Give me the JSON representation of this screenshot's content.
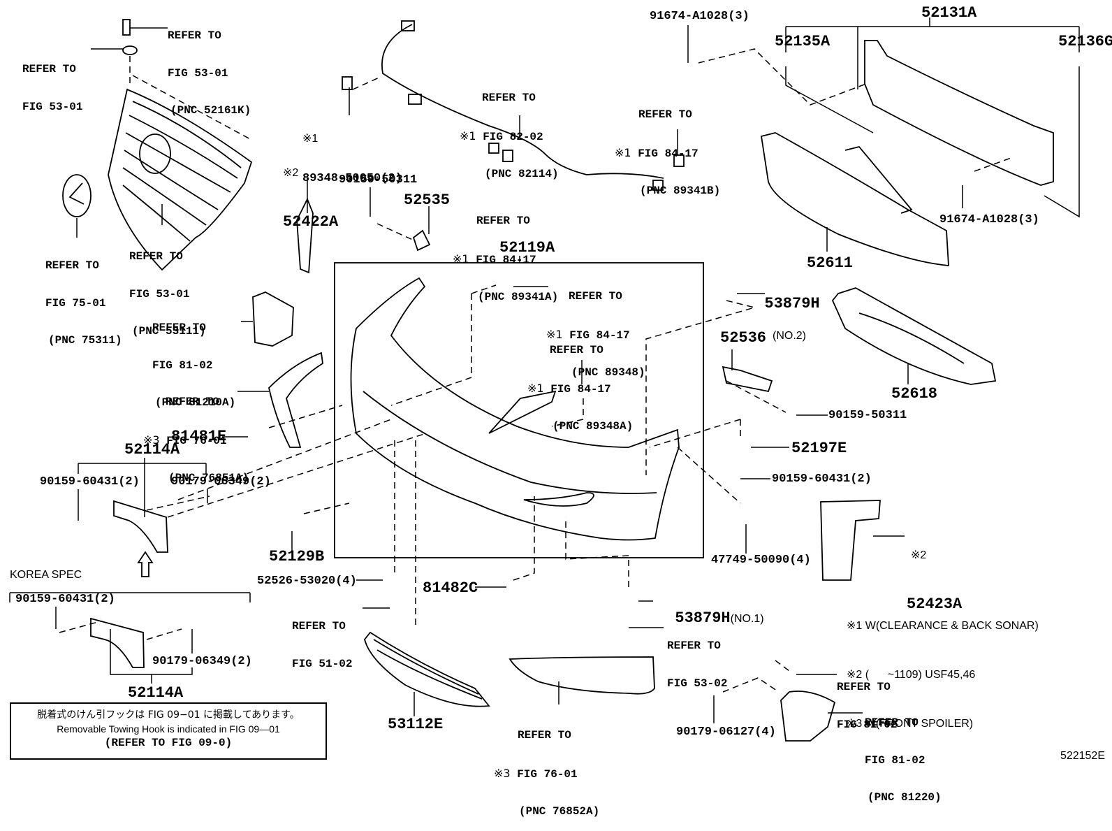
{
  "figure_id": "522152E",
  "callouts": {
    "clip_top": {
      "refer": "REFER TO",
      "fig": "FIG 53-01",
      "pnc": "(PNC 52161K)"
    },
    "retainer_top": {
      "refer": "REFER TO",
      "fig": "FIG 53-01"
    },
    "emblem": {
      "refer": "REFER TO",
      "fig": "FIG 75-01",
      "pnc": "(PNC 75311)"
    },
    "grille": {
      "refer": "REFER TO",
      "fig": "FIG 53-01",
      "pnc": "(PNC 53111)"
    },
    "harness": {
      "mark": "※1",
      "refer": "REFER TO",
      "fig": "FIG 82-02",
      "pnc": "(PNC 82114)"
    },
    "sensor_89341B": {
      "mark": "※1",
      "refer": "REFER TO",
      "fig": "FIG 84-17",
      "pnc": "(PNC 89341B)"
    },
    "sensor_89341A": {
      "mark": "※1",
      "refer": "REFER TO",
      "fig": "FIG 84-17",
      "pnc": "(PNC 89341A)"
    },
    "sensor_89348": {
      "mark": "※1",
      "refer": "REFER TO",
      "fig": "FIG 84-17",
      "pnc": "(PNC 89348)"
    },
    "sensor_89348A": {
      "mark": "※1",
      "refer": "REFER TO",
      "fig": "FIG 84-17",
      "pnc": "(PNC 89348A)"
    },
    "lamp_81210A": {
      "refer": "REFER TO",
      "fig": "FIG 81-02",
      "pnc": "(PNC 81210A)"
    },
    "spoiler_76851A": {
      "mark": "※3",
      "refer": "REFER TO",
      "fig": "FIG 76-01",
      "pnc": "(PNC 76851A)"
    },
    "spoiler_76852A": {
      "mark": "※3",
      "refer": "REFER TO",
      "fig": "FIG 76-01",
      "pnc": "(PNC 76852A)"
    },
    "screw_51_02": {
      "refer": "REFER TO",
      "fig": "FIG 51-02"
    },
    "screw_53_02": {
      "refer": "REFER TO",
      "fig": "FIG 53-02"
    },
    "foglamp_bolt": {
      "refer": "REFER TO",
      "fig": "FIG 81-02"
    },
    "foglamp": {
      "refer": "REFER TO",
      "fig": "FIG 81-02",
      "pnc": "(PNC 81220)"
    }
  },
  "parts": {
    "p89348": {
      "mark": "※1",
      "number": "89348-50050(2)"
    },
    "p52422A": {
      "mark": "※2",
      "number": "52422A"
    },
    "p90159_50311_a": "90159-50311",
    "p52535": "52535",
    "p91674_top": "91674-A1028(3)",
    "p52131A": "52131A",
    "p52135A": "52135A",
    "p52136G": "52136G",
    "p91674_bottom": "91674-A1028(3)",
    "p52611": "52611",
    "p52119A": "52119A",
    "p53879H_2": {
      "number": "53879H",
      "suffix": "(NO.2)"
    },
    "p52536": "52536",
    "p52618": "52618",
    "p90159_50311_b": "90159-50311",
    "p81481E": "81481E",
    "p52114A_top": "52114A",
    "p90159_60431_a": "90159-60431(2)",
    "p90179_06349_a": "90179-06349(2)",
    "p52197E": "52197E",
    "p90159_60431_b": "90159-60431(2)",
    "p52129B": "52129B",
    "p47749": "47749-50090(4)",
    "p52423A": {
      "mark": "※2",
      "number": "52423A"
    },
    "p52526": "52526-53020(4)",
    "p81482C": "81482C",
    "p53879H_1": {
      "number": "53879H",
      "suffix": "(NO.1)"
    },
    "p53112E": "53112E",
    "p90179_06127": "90179-06127(4)",
    "korea_90159": "90159-60431(2)",
    "korea_90179": "90179-06349(2)",
    "p52114A_bottom": "52114A"
  },
  "korea_spec": {
    "label": "KOREA SPEC"
  },
  "notes": [
    "※1 W(CLEARANCE & BACK SONAR)",
    "※2 (      ~1109) USF45,46",
    "※3 W(FRONT SPOILER)"
  ],
  "info_box": {
    "jp": "脱着式のけん引フックは FIG 09−01 に掲載してあります。",
    "en": "Removable Towing Hook is indicated in FIG 09—01",
    "ref": "(REFER TO FIG 09-0)"
  }
}
